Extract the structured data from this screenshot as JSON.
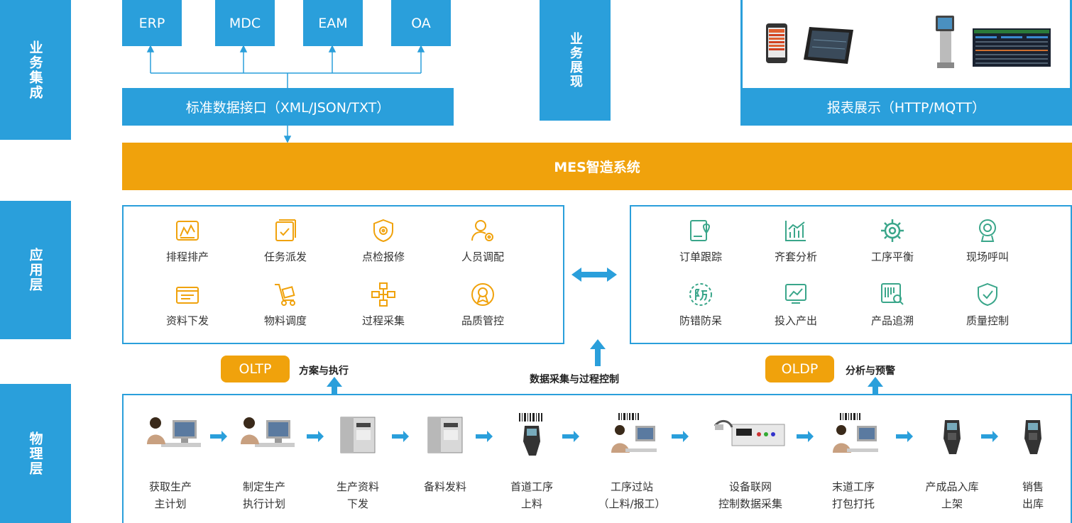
{
  "layers": {
    "integration": "业务集成",
    "display": "业务展现",
    "application": "应用层",
    "physical": "物理层"
  },
  "systems": [
    "ERP",
    "MDC",
    "EAM",
    "OA"
  ],
  "interface": "标准数据接口（XML/JSON/TXT）",
  "report": "报表展示（HTTP/MQTT）",
  "mes": "MES智造系统",
  "left_modules": [
    {
      "label": "排程排产",
      "icon": "schedule-chart-icon"
    },
    {
      "label": "任务派发",
      "icon": "task-document-icon"
    },
    {
      "label": "点检报修",
      "icon": "shield-gear-icon"
    },
    {
      "label": "人员调配",
      "icon": "person-gear-icon"
    },
    {
      "label": "资料下发",
      "icon": "folder-document-icon"
    },
    {
      "label": "物料调度",
      "icon": "trolley-icon"
    },
    {
      "label": "过程采集",
      "icon": "flowchart-icon"
    },
    {
      "label": "品质管控",
      "icon": "quality-badge-icon"
    }
  ],
  "right_modules": [
    {
      "label": "订单跟踪",
      "icon": "location-document-icon"
    },
    {
      "label": "齐套分析",
      "icon": "bar-chart-icon"
    },
    {
      "label": "工序平衡",
      "icon": "gear-icon"
    },
    {
      "label": "现场呼叫",
      "icon": "webcam-icon"
    },
    {
      "label": "防错防呆",
      "icon": "fangzi-circle-icon"
    },
    {
      "label": "投入产出",
      "icon": "trend-board-icon"
    },
    {
      "label": "产品追溯",
      "icon": "barcode-search-icon"
    },
    {
      "label": "质量控制",
      "icon": "shield-check-icon"
    }
  ],
  "oltp": {
    "tag": "OLTP",
    "text": "方案与执行"
  },
  "oldp": {
    "tag": "OLDP",
    "text": "分析与预警"
  },
  "collect": "数据采集与过程控制",
  "steps": [
    {
      "label": "获取生产\n主计划",
      "pic": "operator-at-computer"
    },
    {
      "label": "制定生产\n执行计划",
      "pic": "operator-at-computer"
    },
    {
      "label": "生产资料\n下发",
      "pic": "label-printer"
    },
    {
      "label": "备料发料",
      "pic": "label-printer"
    },
    {
      "label": "首道工序\n上料",
      "pic": "barcode-scanner"
    },
    {
      "label": "工序过站\n（上料/报工）",
      "pic": "operator-barcode"
    },
    {
      "label": "设备联网\n控制数据采集",
      "pic": "test-instrument"
    },
    {
      "label": "末道工序\n打包打托",
      "pic": "operator-barcode"
    },
    {
      "label": "产成品入库\n上架",
      "pic": "barcode-scanner"
    },
    {
      "label": "销售\n出库",
      "pic": "barcode-scanner"
    }
  ],
  "colors": {
    "blue": "#2a9fdb",
    "orange": "#f0a20c"
  }
}
